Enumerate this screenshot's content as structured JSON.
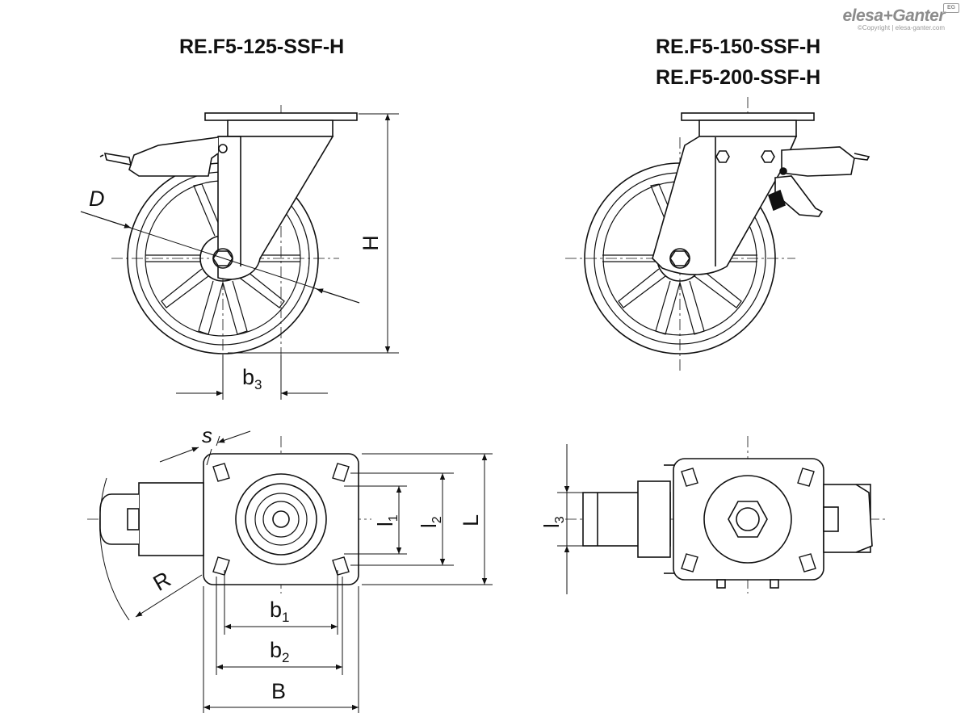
{
  "titles": {
    "left": "RE.F5-125-SSF-H",
    "right_line1": "RE.F5-150-SSF-H",
    "right_line2": "RE.F5-200-SSF-H"
  },
  "logo": {
    "brand": "elesa+Ganter",
    "copyright": "©Copyright | elesa-ganter.com",
    "badge": "EG"
  },
  "dimensions": {
    "D": "D",
    "H": "H",
    "b3": "b",
    "b3_sub": "3",
    "s": "s",
    "R": "R",
    "l1": "l",
    "l1_sub": "1",
    "l2": "l",
    "l2_sub": "2",
    "L": "L",
    "l3": "l",
    "l3_sub": "3",
    "b1": "b",
    "b1_sub": "1",
    "b2": "b",
    "b2_sub": "2",
    "B": "B"
  }
}
